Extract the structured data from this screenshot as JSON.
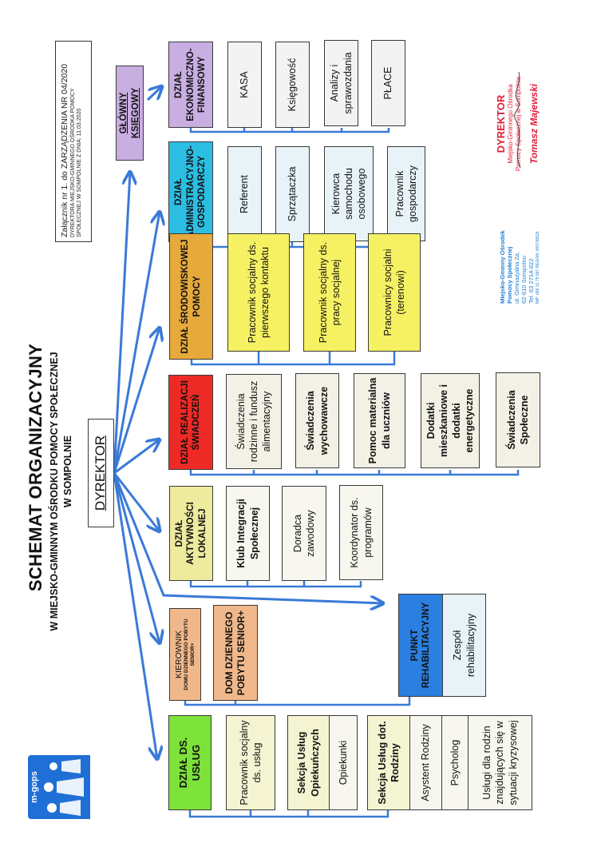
{
  "header": {
    "title": "SCHEMAT ORGANIZACYJNY",
    "subtitle1": "W MIEJSKO-GMINNYM OŚRODKU POMOCY SPOŁECZNEJ",
    "subtitle2": "W SOMPOLNIE"
  },
  "annex": {
    "line1": "Załącznik nr 1. do ZARZĄDZENIA NR 04/2020",
    "line2": "DYREKTORA MIEJSKO-GMINNEGO OŚRODKA POMOCY",
    "line3": "SPOŁECZNEJ W SOMPOLNIE Z DNIA: 11.03.2020"
  },
  "logo": {
    "text": "m-gops"
  },
  "director": "DYREKTOR",
  "chief_accountant": "GŁÓWNY KSIĘGOWY",
  "departments": {
    "economic": {
      "title": "DZIAŁ EKONOMICZNO-FINANSOWY",
      "units": [
        "KASA",
        "Księgowość",
        "Analizy i sprawozdania",
        "PŁACE"
      ]
    },
    "administrative": {
      "title": "DZIAŁ ADMINISTRACYJNO-GOSPODARCZY",
      "units": [
        "Referent",
        "Sprzątaczka",
        "Kierowca samochodu osobowego",
        "Pracownik gospodarczy"
      ]
    },
    "community": {
      "title": "DZIAŁ ŚRODOWISKOWEJ POMOCY",
      "units": [
        "Pracownik socjalny ds. pierwszego kontaktu",
        "Pracownik socjalny ds. pracy socjalnej",
        "Pracownicy socjalni (terenowi)"
      ]
    },
    "benefits": {
      "title": "DZIAŁ REALIZACJI ŚWIADCZEŃ",
      "units": [
        "Świadczenia rodzinne i fundusz alimentacyjny",
        "Świadczenia wychowawcze",
        "Pomoc materialna dla uczniów",
        "Dodatki mieszkaniowe i dodatki energetyczne",
        "Świadczenia Społeczne"
      ]
    },
    "local": {
      "title": "DZIAŁ AKTYWNOŚCI LOKALNEJ",
      "units": [
        "Klub Integracji Społecznej",
        "Doradca zawodowy",
        "Koordynator ds. programów"
      ]
    },
    "senior": {
      "manager_title": "KIEROWNIK",
      "manager_sub": "DOMU DZIENNEGO POBYTU SENIOR+",
      "unit": "DOM DZIENNEGO POBYTU SENIOR+"
    },
    "rehab": {
      "title": "PUNKT REHABILITACYJNY",
      "unit": "Zespół rehabilitacyjny"
    },
    "services": {
      "title": "DZIAŁ DS. USŁUG",
      "worker": "Pracownik socjalny ds. usług",
      "care_section": {
        "title": "Sekcja Usług Opiekuńczych",
        "units": [
          "Opiekunki"
        ]
      },
      "family_section": {
        "title": "Sekcja Usług dot. Rodziny",
        "units": [
          "Asystent Rodziny",
          "Psycholog",
          "Usługi dla rodzin znajdujących się w sytuacji kryzysowej"
        ]
      }
    }
  },
  "signature_stamp": {
    "title": "DYREKTOR",
    "line1": "Miejsko-Gminnego Ośrodka",
    "line2": "Pomocy Społecznej w Sompolnie",
    "name": "Tomasz Majewski"
  },
  "office_stamp": {
    "line1": "Miejsko-Gminny Ośrodek",
    "line2": "Pomocy Społecznej",
    "line3": "ul. Gimnazjalna 2a,",
    "line4": "62-610 Sompolno",
    "line5": "Tel. 63 2714-822",
    "line6": "NIP: 666 12 79 597 REGON: 000730526"
  },
  "colors": {
    "connector": "#3a7ad8",
    "economic": "#c9aee2",
    "administrative": "#2cbde2",
    "community": "#e6a93c",
    "benefits": "#ee2a26",
    "local": "#eeea9e",
    "senior": "#f0b88a",
    "rehab": "#2a7fe0",
    "services": "#7de23a"
  }
}
